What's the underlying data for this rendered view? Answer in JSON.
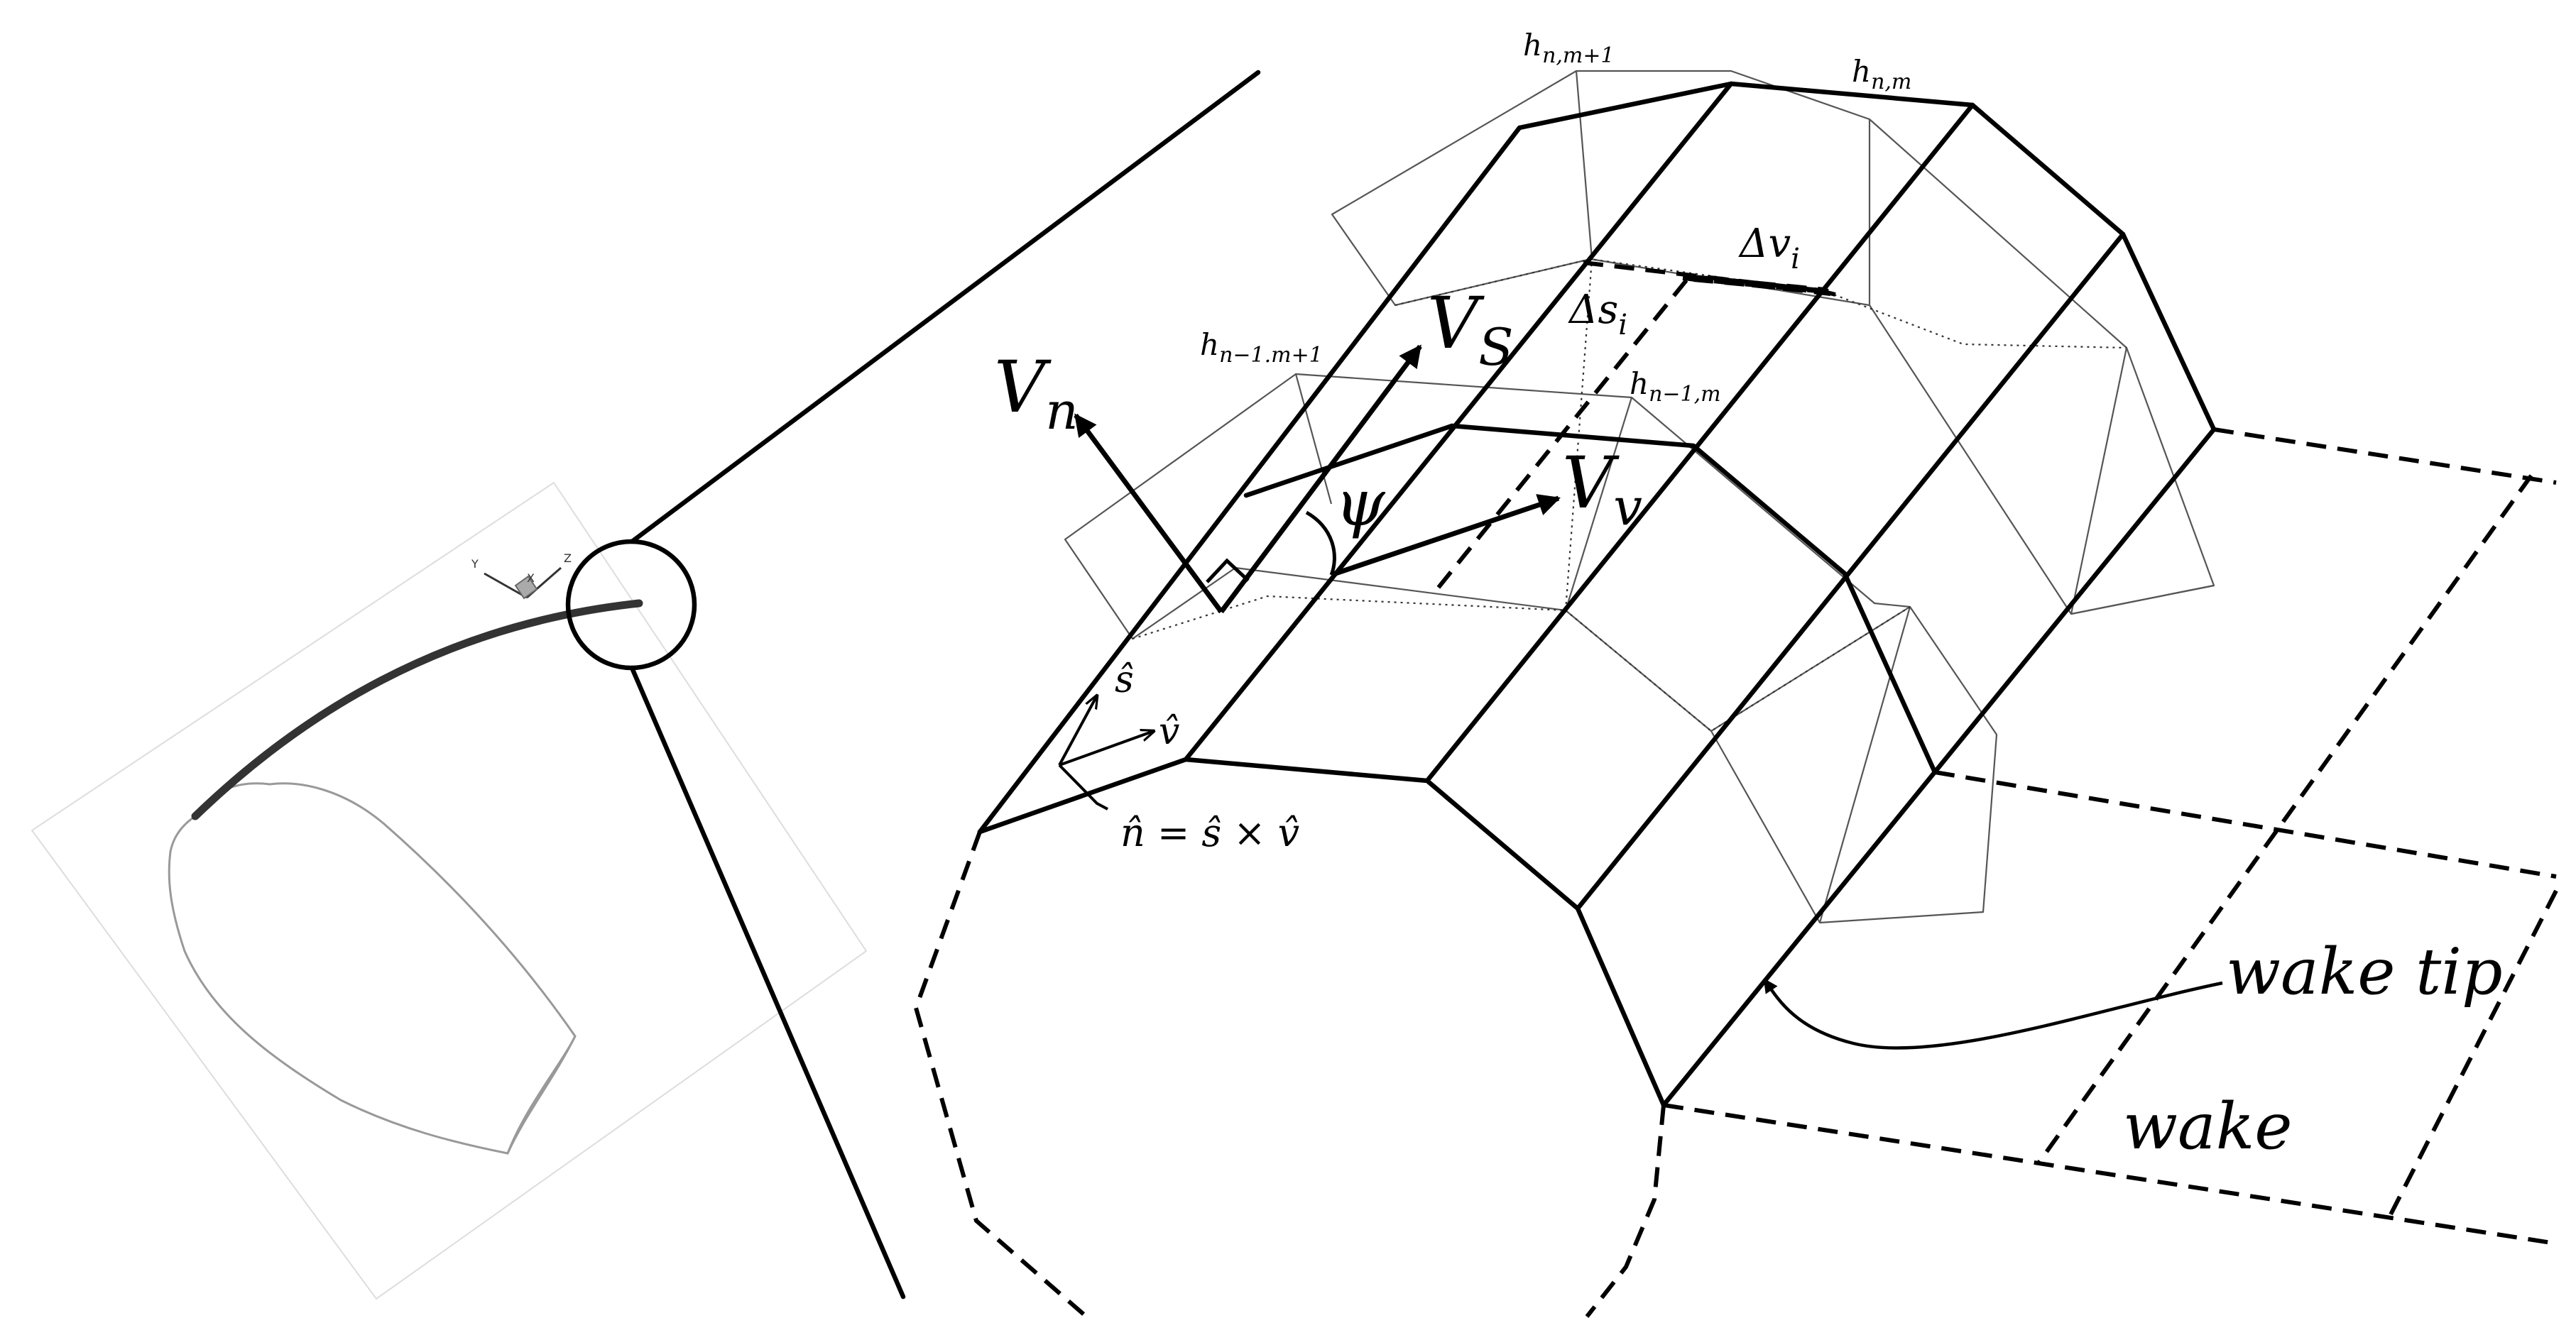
{
  "labels": {
    "h_n_m1": "h",
    "h_n_m1_sub": "n,m+1",
    "h_n_m": "h",
    "h_n_m_sub": "n,m",
    "h_nm1_m1": "h",
    "h_nm1_m1_sub": "n−1.m+1",
    "h_nm1_m": "h",
    "h_nm1_m_sub": "n−1,m",
    "delta_v": "Δv",
    "delta_v_sub": "i",
    "delta_s": "Δs",
    "delta_s_sub": "i",
    "V_n": "V",
    "V_n_sub": "n",
    "V_s": "V",
    "V_s_sub": "S",
    "V_v": "V",
    "V_v_sub": "v",
    "psi": "ψ",
    "s_hat": "ŝ",
    "v_hat": "v̂",
    "n_hat_eq": "n̂ = ŝ × v̂",
    "wake_tip": "wake tip",
    "wake": "wake"
  },
  "axes": {
    "x": "X",
    "y": "Y",
    "z": "Z"
  },
  "colors": {
    "ink": "#000000",
    "light_line": "#555555",
    "inset_line": "#999999"
  }
}
